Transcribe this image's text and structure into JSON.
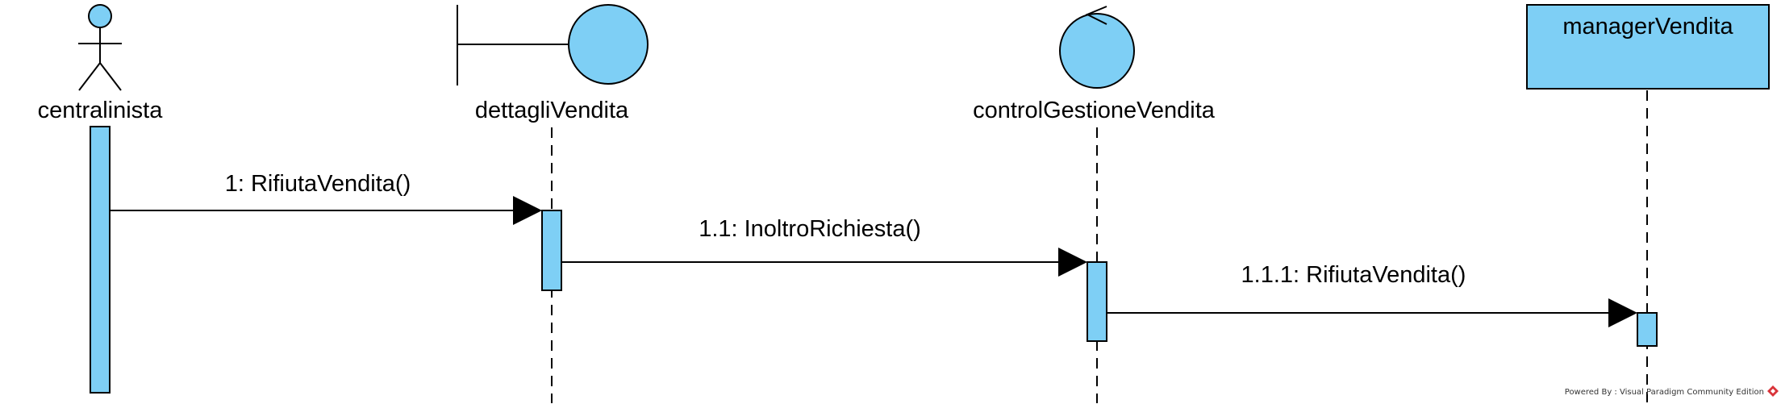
{
  "participants": {
    "actor": {
      "name": "centralinista",
      "kind": "actor"
    },
    "boundary": {
      "name": "dettagliVendita",
      "kind": "boundary"
    },
    "control": {
      "name": "controlGestioneVendita",
      "kind": "control"
    },
    "entity": {
      "name": "managerVendita",
      "kind": "object"
    }
  },
  "messages": [
    {
      "label": "1: RifiutaVendita()",
      "from": "centralinista",
      "to": "dettagliVendita"
    },
    {
      "label": "1.1: InoltroRichiesta()",
      "from": "dettagliVendita",
      "to": "controlGestioneVendita"
    },
    {
      "label": "1.1.1: RifiutaVendita()",
      "from": "controlGestioneVendita",
      "to": "managerVendita"
    }
  ],
  "watermark": "Powered By : Visual Paradigm Community Edition",
  "colors": {
    "fill": "#7ecff5",
    "stroke": "#000000",
    "watermark_logo": "#d9343a"
  }
}
